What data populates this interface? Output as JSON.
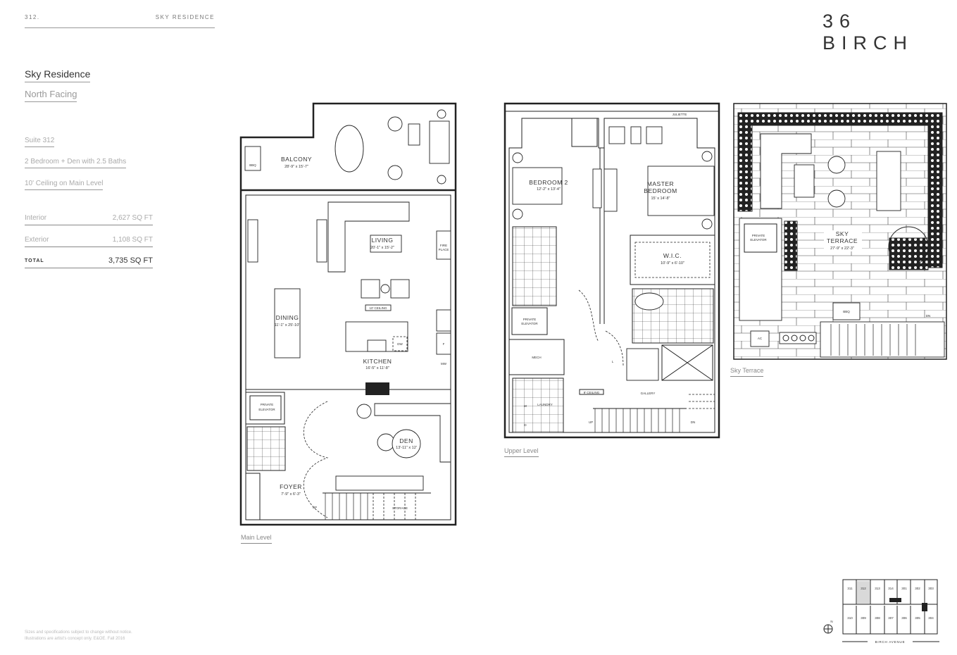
{
  "header": {
    "page_number": "312.",
    "section": "SKY RESIDENCE",
    "logo": "36 BIRCH"
  },
  "suite": {
    "title": "Sky Residence",
    "orientation": "North Facing",
    "specs": [
      "Suite 312",
      "2 Bedroom + Den with 2.5 Baths",
      "10' Ceiling on Main Level"
    ],
    "areas": [
      {
        "label": "Interior",
        "value": "2,627 SQ FT"
      },
      {
        "label": "Exterior",
        "value": "1,108 SQ FT"
      },
      {
        "label": "TOTAL",
        "value": "3,735 SQ FT"
      }
    ]
  },
  "disclaimer": "Sizes and specifications subject to change without notice. Illustrations are artist's concept only. E&OE. Fall 2016",
  "main_level": {
    "caption": "Main Level",
    "balcony": {
      "name": "BALCONY",
      "dims": "28'-9\" x 15'-7\""
    },
    "bbq": "BBQ",
    "living": {
      "name": "LIVING",
      "dims": "20'-1\" x 15'-2\""
    },
    "fireplace": [
      "FIRE",
      "PLACE"
    ],
    "dining": {
      "name": "DINING",
      "dims": "11'-1\" x 25'-10\""
    },
    "ceiling": "10' CEILING",
    "dw": "DW",
    "fridge": "F",
    "mw": "MW",
    "kitchen": {
      "name": "KITCHEN",
      "dims": "16'-5\" x 11'-8\""
    },
    "elevator": [
      "PRIVATE",
      "ELEVATOR"
    ],
    "den": {
      "name": "DEN",
      "dims": "13'-11\" x 12'"
    },
    "foyer": {
      "name": "FOYER",
      "dims": "7'-9\" x 6'-3\""
    },
    "up": "UP",
    "storage": "STORAGE"
  },
  "upper_level": {
    "caption": "Upper Level",
    "juliette": "JULIETTE",
    "bedroom2": {
      "name": "BEDROOM 2",
      "dims": "12'-2\" x 13'-4\""
    },
    "master": {
      "name1": "MASTER",
      "name2": "BEDROOM",
      "dims": "15' x 14'-8\""
    },
    "wic": {
      "name": "W.I.C.",
      "dims": "10'-9\" x 6'-10\""
    },
    "elevator": [
      "PRIVATE",
      "ELEVATOR"
    ],
    "mech": "MECH",
    "ceiling": "9' CEILING",
    "gallery": "GALLERY",
    "laundry": "LAUNDRY",
    "washer": "W",
    "dryer": "D",
    "linen": "L",
    "up": "UP",
    "dn": "DN"
  },
  "sky_terrace": {
    "caption": "Sky Terrace",
    "elevator": [
      "PRIVATE",
      "ELEVATOR"
    ],
    "name1": "SKY",
    "name2": "TERRACE",
    "dims": "27'-9\" x 22'-3\"",
    "bbq": "BBQ",
    "ac": "AC",
    "dn": "DN"
  },
  "key_plan": {
    "top_units": [
      "311",
      "312",
      "313",
      "314",
      "301",
      "302",
      "303"
    ],
    "bottom_units": [
      "310",
      "309",
      "308",
      "307",
      "306",
      "305",
      "304"
    ],
    "highlighted": "312",
    "street": "BIRCH AVENUE",
    "north": "N",
    "highlight_color": "#d9d9d9"
  }
}
